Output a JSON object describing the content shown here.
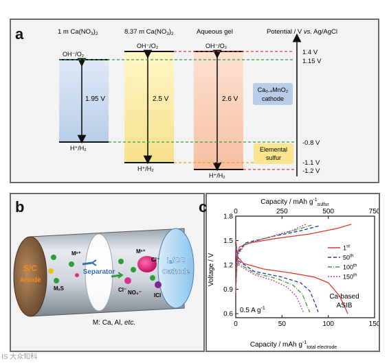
{
  "panel_a": {
    "label": "a",
    "columns": [
      {
        "title": "1 m Ca(NO",
        "title_sub": "3",
        "title_end": ")",
        "title_sub2": "2",
        "top_label": "OH",
        "bottom_label": "H",
        "window": "1.95 V"
      },
      {
        "title": "8.37 m Ca(NO",
        "title_sub": "3",
        "title_end": ")",
        "title_sub2": "2",
        "window": "2.5 V"
      },
      {
        "title": "Aqueous gel",
        "window": "2.6 V"
      }
    ],
    "potential_title": "Potential / V vs. Ag/AgCl",
    "potential_title_plain": "Potential / V ",
    "potential_title_italic": "vs.",
    "potential_title_end": " Ag/AgCl",
    "oh_label": "OH⁻/O₂",
    "h_label": "H⁺/H₂",
    "potentials": [
      "1.4 V",
      "1.15 V",
      "-0.8 V",
      "-1.1 V",
      "-1.2 V"
    ],
    "cathode_label": "Ca₀.₄MnO₂",
    "cathode_word": "cathode",
    "sulfur_label": "Elemental",
    "sulfur_word": "sulfur"
  },
  "panel_b": {
    "label": "b",
    "anode_top": "S/C",
    "anode_bottom": "Anode",
    "separator": "Separator",
    "cathode_top": "I₂/CC",
    "cathode_bottom": "Cathode",
    "species": [
      "Mˣ⁺",
      "MₓS",
      "Mˣ⁺",
      "Cl⁻",
      "Cl⁻",
      "NO₃⁻",
      "ICl"
    ],
    "caption_prefix": "M: Ca, Al, ",
    "caption_italic": "etc."
  },
  "panel_c": {
    "label": "c",
    "x_top_label": "Capacity / mAh g",
    "x_top_sup": "-1",
    "x_top_sub": "sulfur",
    "x_bottom_label": "Capacity / mAh g",
    "x_bottom_sup": "-1",
    "x_bottom_sub": "total electrode",
    "y_label": "Voltage / V",
    "current": "0.5 A g",
    "current_sup": "-1",
    "note_1": "Ca-based",
    "note_2": "ASIB"
  },
  "chart_data": {
    "type": "line",
    "xlabel": "Capacity / mAh g-1 total electrode",
    "x2label": "Capacity / mAh g-1 sulfur",
    "ylabel": "Voltage / V",
    "xlim": [
      0,
      150
    ],
    "x2lim": [
      0,
      750
    ],
    "ylim": [
      0.55,
      1.8
    ],
    "x_ticks": [
      0,
      50,
      100,
      150
    ],
    "x2_ticks": [
      0,
      250,
      500,
      750
    ],
    "y_ticks": [
      0.6,
      0.9,
      1.2,
      1.5,
      1.8
    ],
    "legend": "right",
    "series": [
      {
        "name": "1",
        "sup": "st",
        "color": "#e0382e",
        "dash": "",
        "discharge": [
          [
            0,
            1.52
          ],
          [
            2,
            1.3
          ],
          [
            8,
            1.22
          ],
          [
            30,
            1.15
          ],
          [
            60,
            1.1
          ],
          [
            85,
            1.05
          ],
          [
            100,
            0.98
          ],
          [
            112,
            0.82
          ],
          [
            118,
            0.68
          ],
          [
            121,
            0.6
          ]
        ],
        "charge": [
          [
            0,
            0.85
          ],
          [
            1,
            1.3
          ],
          [
            4,
            1.42
          ],
          [
            15,
            1.47
          ],
          [
            40,
            1.52
          ],
          [
            80,
            1.58
          ],
          [
            110,
            1.65
          ],
          [
            125,
            1.7
          ]
        ]
      },
      {
        "name": "50",
        "sup": "th",
        "color": "#2a2fb0",
        "dash": "5,3",
        "discharge": [
          [
            0,
            1.45
          ],
          [
            3,
            1.25
          ],
          [
            20,
            1.12
          ],
          [
            50,
            1.05
          ],
          [
            70,
            0.98
          ],
          [
            80,
            0.88
          ],
          [
            86,
            0.72
          ],
          [
            89,
            0.62
          ]
        ],
        "charge": [
          [
            0,
            0.9
          ],
          [
            2,
            1.35
          ],
          [
            10,
            1.47
          ],
          [
            40,
            1.55
          ],
          [
            70,
            1.62
          ],
          [
            90,
            1.68
          ]
        ]
      },
      {
        "name": "100",
        "sup": "th",
        "color": "#2e9e3a",
        "dash": "6,2,1,2",
        "discharge": [
          [
            0,
            1.43
          ],
          [
            3,
            1.22
          ],
          [
            20,
            1.1
          ],
          [
            45,
            1.03
          ],
          [
            62,
            0.95
          ],
          [
            72,
            0.84
          ],
          [
            77,
            0.7
          ],
          [
            80,
            0.62
          ]
        ],
        "charge": [
          [
            0,
            0.9
          ],
          [
            2,
            1.33
          ],
          [
            10,
            1.46
          ],
          [
            40,
            1.55
          ],
          [
            65,
            1.63
          ],
          [
            82,
            1.69
          ]
        ]
      },
      {
        "name": "150",
        "sup": "th",
        "color": "#d3378c",
        "dash": "2,2",
        "discharge": [
          [
            0,
            1.4
          ],
          [
            3,
            1.2
          ],
          [
            20,
            1.08
          ],
          [
            40,
            1.01
          ],
          [
            55,
            0.93
          ],
          [
            65,
            0.82
          ],
          [
            70,
            0.7
          ],
          [
            73,
            0.62
          ]
        ],
        "charge": [
          [
            0,
            0.9
          ],
          [
            2,
            1.32
          ],
          [
            10,
            1.45
          ],
          [
            35,
            1.54
          ],
          [
            60,
            1.62
          ],
          [
            76,
            1.7
          ]
        ]
      }
    ]
  },
  "watermark": "IS 大众知科"
}
